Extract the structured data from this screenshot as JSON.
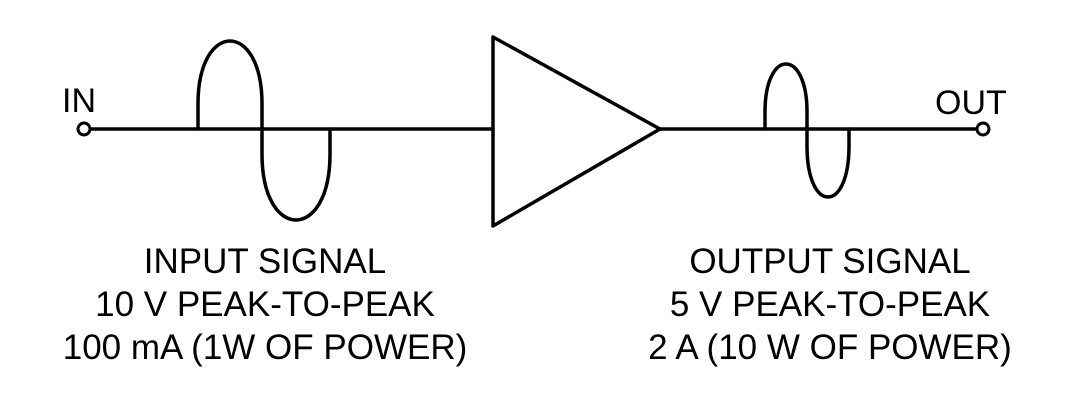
{
  "terminals": {
    "input": "IN",
    "output": "OUT"
  },
  "input_caption": {
    "line1": "INPUT SIGNAL",
    "line2": "10 V PEAK-TO-PEAK",
    "line3": "100 mA (1W OF POWER)"
  },
  "output_caption": {
    "line1": "OUTPUT SIGNAL",
    "line2": "5 V PEAK-TO-PEAK",
    "line3": "2 A (10 W OF POWER)"
  },
  "colors": {
    "ink": "#000000",
    "background": "#ffffff"
  }
}
